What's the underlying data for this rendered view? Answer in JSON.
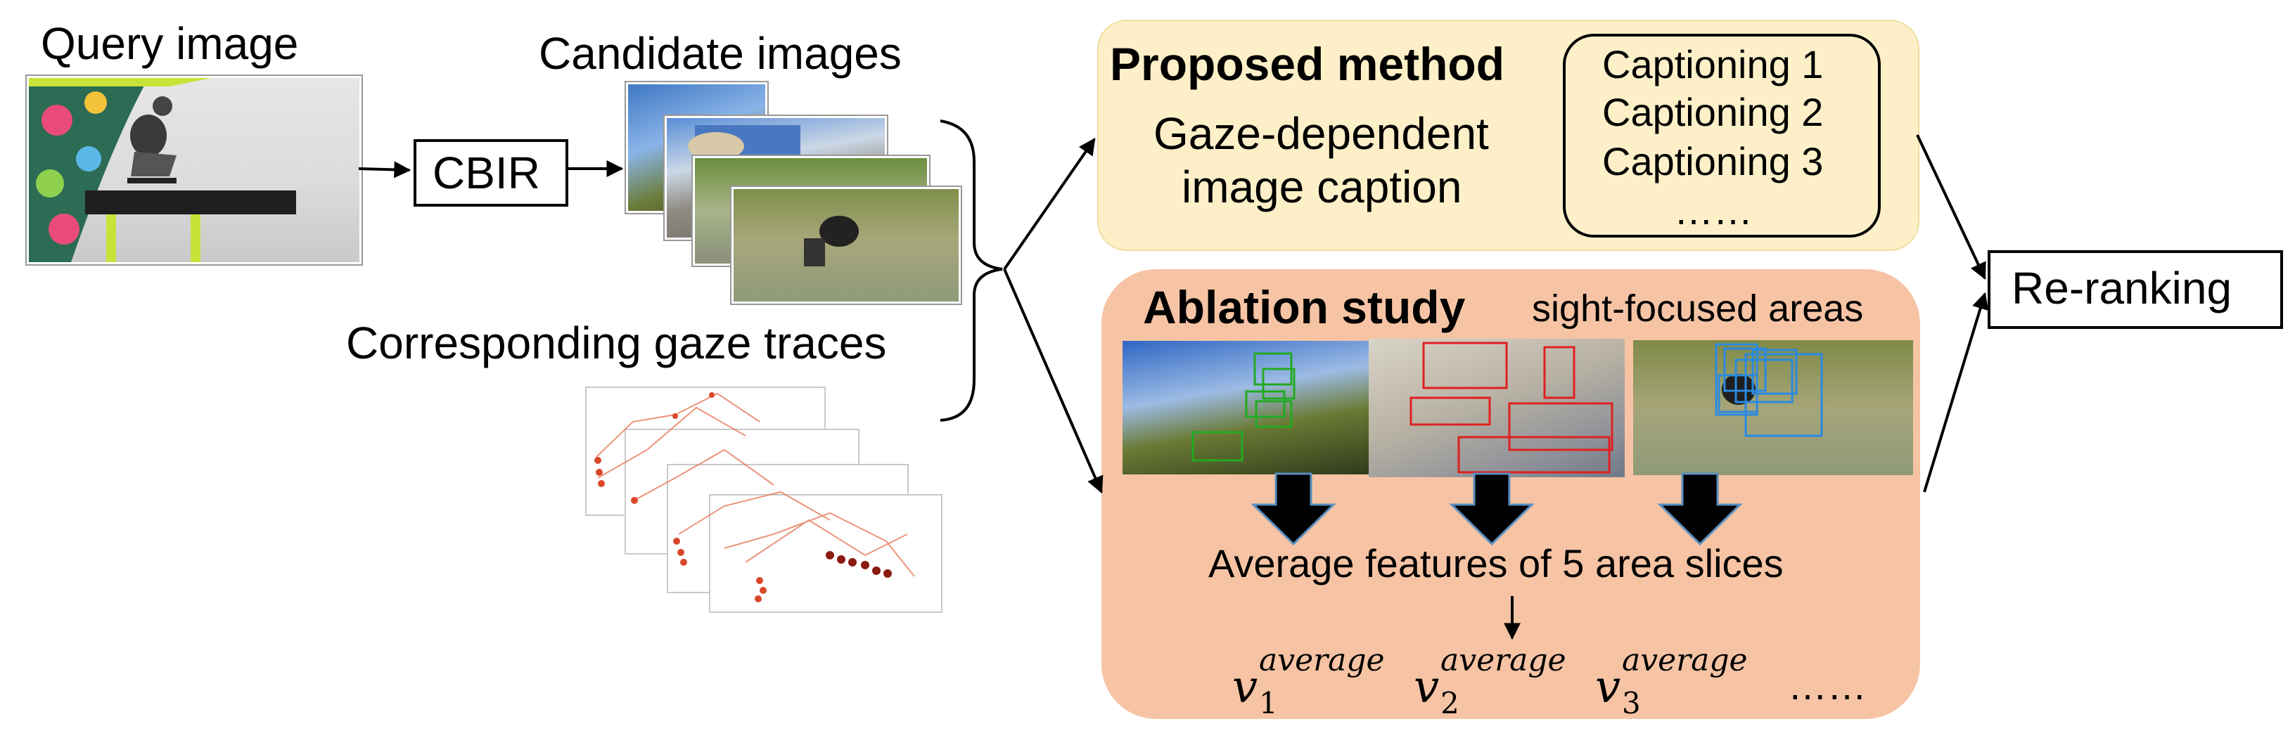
{
  "labels": {
    "query_image": "Query image",
    "candidate_images": "Candidate images",
    "cbir": "CBIR",
    "gaze_traces": "Corresponding gaze traces",
    "proposed_method": "Proposed method",
    "gaze_caption_line1": "Gaze-dependent",
    "gaze_caption_line2": "image caption",
    "captioning": [
      "Captioning 1",
      "Captioning 2",
      "Captioning 3",
      "……"
    ],
    "ablation_study": "Ablation study",
    "sight_focused": "sight-focused areas",
    "average_features": "Average features of 5 area slices",
    "v_symbol": "v",
    "v_superscript": "average",
    "v_subscripts": [
      "1",
      "2",
      "3"
    ],
    "v_ellipsis": "……",
    "reranking": "Re-ranking"
  },
  "colors": {
    "proposed_bg": "#fdf0c8",
    "ablation_bg": "#f6c4a4",
    "green_boxes": "#22aa22",
    "red_boxes": "#e02020",
    "blue_boxes": "#2a8ae0",
    "gaze_trace": "#e87a5a"
  }
}
